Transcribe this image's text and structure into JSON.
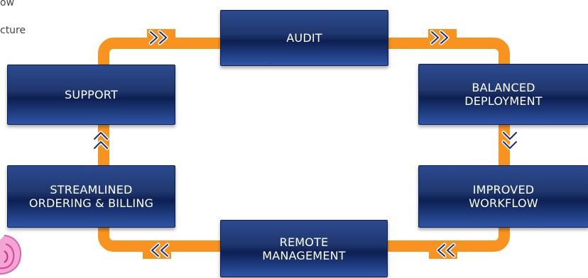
{
  "fragments": {
    "line1": "ow",
    "line2": "cture"
  },
  "nodes": {
    "audit": "AUDIT",
    "balanced": "BALANCED\nDEPLOYMENT",
    "improved": "IMPROVED\nWORKFLOW",
    "remote": "REMOTE\nMANAGEMENT",
    "ordering": "STREAMLINED\nORDERING & BILLING",
    "support": "SUPPORT"
  },
  "colors": {
    "track": "#f7931e",
    "node": "#1e3a7c",
    "text": "#ffffff"
  },
  "icons": {
    "chevron_right": "double-chevron-right-icon",
    "chevron_left": "double-chevron-left-icon",
    "chevron_down": "double-chevron-down-icon",
    "chevron_up": "double-chevron-up-icon",
    "decoration": "pink-flower-icon"
  }
}
